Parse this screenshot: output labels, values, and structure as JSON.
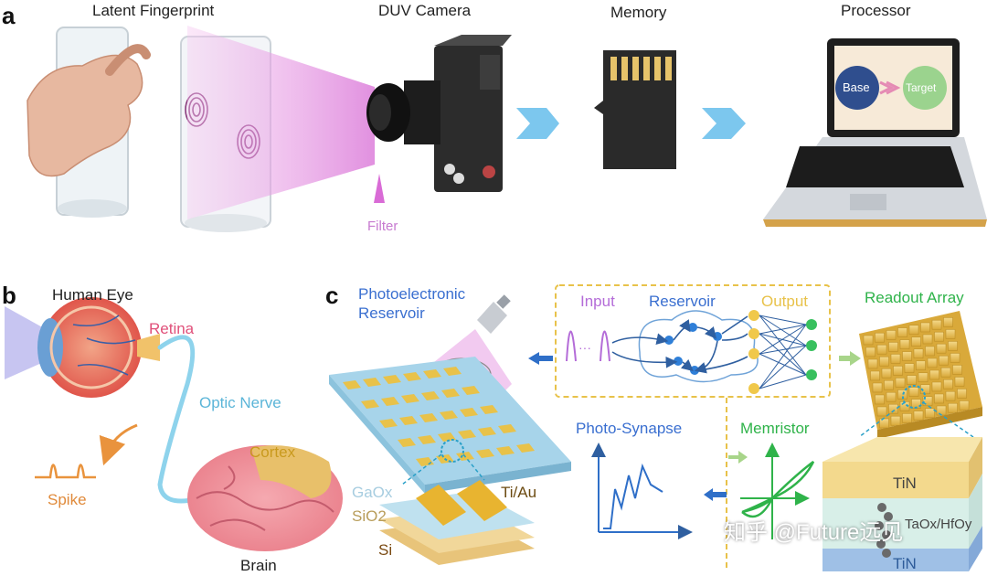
{
  "panels": {
    "a": "a",
    "b": "b",
    "c": "c"
  },
  "panel_a": {
    "latent_fingerprint": "Latent Fingerprint",
    "duv_camera": "DUV Camera",
    "memory": "Memory",
    "processor": "Processor",
    "filter": "Filter",
    "base": "Base",
    "target": "Target"
  },
  "panel_b": {
    "human_eye": "Human Eye",
    "retina": "Retina",
    "optic_nerve": "Optic Nerve",
    "cortex": "Cortex",
    "spike": "Spike",
    "brain": "Brain"
  },
  "panel_c": {
    "photoelectronic": "Photoelectronic",
    "reservoir_word": "Reservoir",
    "input": "Input",
    "reservoir": "Reservoir",
    "output": "Output",
    "readout_array": "Readout Array",
    "photo_synapse": "Photo-Synapse",
    "memristor": "Memristor",
    "tin_top": "TiN",
    "tin_bottom": "TiN",
    "taox_hfox": "TaOx/HfOy",
    "gaox": "GaOx",
    "sio2": "SiO2",
    "si": "Si",
    "ti_au": "Ti/Au",
    "input_dots": "···"
  },
  "watermark": "知乎 @Future远见",
  "colors": {
    "arrow_blue": "#7cc7ee",
    "pink_beam": "#e9a6e6",
    "panel_blue": "#3a6fd0",
    "gold": "#e6c36a",
    "green": "#2fb34a"
  }
}
